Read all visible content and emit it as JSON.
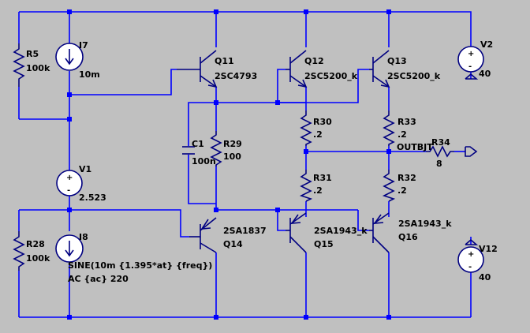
{
  "components": {
    "R5": {
      "name": "R5",
      "value": "100k"
    },
    "I7": {
      "name": "I7",
      "value": "10m"
    },
    "V1": {
      "name": "V1",
      "value": "2.523"
    },
    "R28": {
      "name": "R28",
      "value": "100k"
    },
    "I8": {
      "name": "I8",
      "value_line1": "SINE(10m {1.395*at} {freq})",
      "value_line2": "AC {ac} 220"
    },
    "Q11": {
      "name": "Q11",
      "value": "2SC4793"
    },
    "Q12": {
      "name": "Q12",
      "value": "2SC5200_k"
    },
    "Q13": {
      "name": "Q13",
      "value": "2SC5200_k"
    },
    "C1": {
      "name": "C1",
      "value": "100n"
    },
    "R29": {
      "name": "R29",
      "value": "100"
    },
    "R30": {
      "name": "R30",
      "value": ".2"
    },
    "R33": {
      "name": "R33",
      "value": ".2"
    },
    "R31": {
      "name": "R31",
      "value": ".2"
    },
    "R32": {
      "name": "R32",
      "value": ".2"
    },
    "R34": {
      "name": "R34",
      "value": "8"
    },
    "Q14": {
      "name": "Q14",
      "value": "2SA1837"
    },
    "Q15": {
      "name": "Q15",
      "value": "2SA1943_k"
    },
    "Q16": {
      "name": "Q16",
      "value": "2SA1943_k"
    },
    "V2": {
      "name": "V2",
      "value": "40"
    },
    "V12": {
      "name": "V12",
      "value": "40"
    }
  },
  "net_labels": {
    "out": "OUTBJT"
  },
  "colors": {
    "wire": "#0000ff",
    "component": "#000080",
    "background": "#c0c0c0"
  }
}
